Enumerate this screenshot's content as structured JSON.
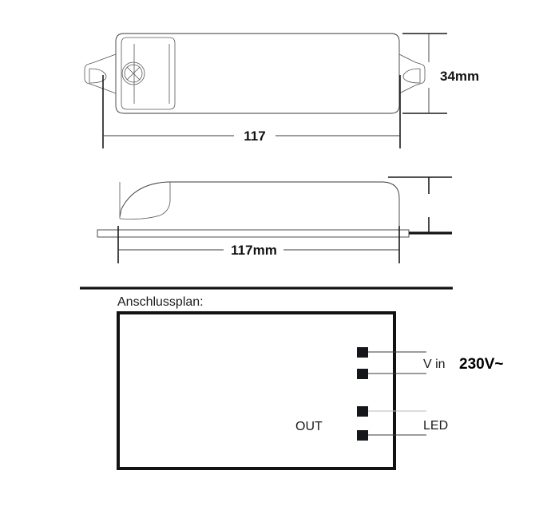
{
  "drawing": {
    "title": "Anschlussplan:",
    "views": {
      "top_view": {
        "name": "top-view",
        "dimension_length": "117",
        "dimension_height": "34mm"
      },
      "side_view": {
        "name": "side-view",
        "dimension_length": "117mm"
      }
    },
    "wiring": {
      "heading": "Anschlussplan:",
      "out_label": "OUT",
      "terminals": [
        {
          "id": "t1",
          "label": "V in"
        },
        {
          "id": "t2",
          "label": "V in"
        },
        {
          "id": "t3",
          "label": "LED"
        },
        {
          "id": "t4",
          "label": "LED"
        }
      ],
      "group_labels": [
        {
          "id": "vin",
          "text": "V in"
        },
        {
          "id": "led",
          "text": "LED"
        }
      ],
      "voltage": "230V~"
    },
    "colors": {
      "line": "#1a1a1a",
      "thin_line": "#3a3a3a",
      "terminal": "#15161a",
      "background": "#ffffff",
      "text": "#111111"
    }
  }
}
